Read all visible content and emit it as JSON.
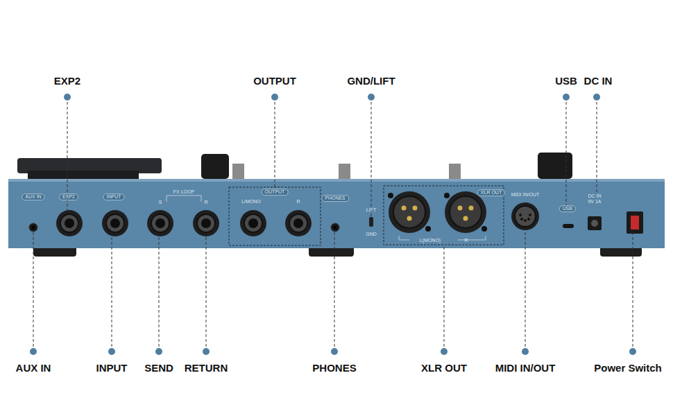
{
  "diagram": {
    "labels": [
      "EXP2",
      "OUTPUT",
      "GND/LIFT",
      "USB",
      "DC IN",
      "AUX IN",
      "EXP2",
      "INPUT",
      "FX LOOP",
      "S",
      "R",
      "OUTPUT",
      "L/MONO",
      "R",
      "PHONES",
      "LIFT",
      "GND",
      "XLR OUT",
      "L(MONO)",
      "R",
      "MIDI IN/OUT",
      "USB",
      "DC IN",
      "9V 1A",
      "AUX IN",
      "INPUT",
      "SEND",
      "RETURN",
      "PHONES",
      "XLR OUT",
      "MIDI IN/OUT",
      "Power Switch"
    ]
  }
}
